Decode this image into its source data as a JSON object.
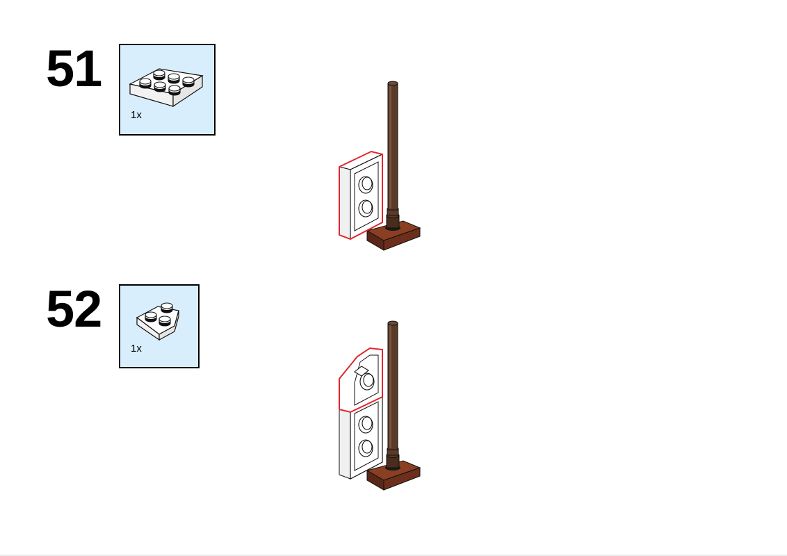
{
  "steps": [
    {
      "number": "51",
      "parts": [
        {
          "quantity": "1x",
          "part_icon": "plate-2x3-white-icon"
        }
      ],
      "assembly_icon": "lamp-post-with-plate-2x3-icon",
      "highlight_color": "#e3262b"
    },
    {
      "number": "52",
      "parts": [
        {
          "quantity": "1x",
          "part_icon": "wedge-plate-2x2-white-icon"
        }
      ],
      "assembly_icon": "lamp-post-with-wedge-plate-icon",
      "highlight_color": "#e3262b"
    }
  ],
  "colors": {
    "callout_background": "#d9eefc",
    "pole_brown": "#5c3a26",
    "base_reddish_brown": "#6b2f1b",
    "outline_highlight": "#e3262b"
  }
}
